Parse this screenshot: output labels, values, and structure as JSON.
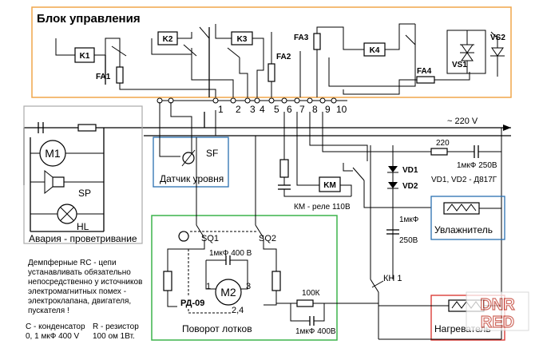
{
  "control_block": {
    "title": "Блок управления",
    "border_color": "#f0a64a"
  },
  "relays": {
    "k1": "K1",
    "k2": "K2",
    "k3": "K3",
    "k4": "K4",
    "km": "KM"
  },
  "fuses": {
    "fa1": "FA1",
    "fa2": "FA2",
    "fa3": "FA3",
    "fa4": "FA4"
  },
  "thyristors": {
    "vs1": "VS1",
    "vs2": "VS2"
  },
  "terminals": [
    "1",
    "2",
    "3",
    "4",
    "5",
    "6",
    "7",
    "8",
    "9",
    "10"
  ],
  "supply_label": "~ 220 V",
  "alarm_block": {
    "motor": "M1",
    "sp": "SP",
    "hl": "HL",
    "caption": "Авария - проветривание",
    "border_color": "#aaaaaa"
  },
  "level_sensor": {
    "sf": "SF",
    "caption": "Датчик уровня",
    "border_color": "#2a6fb0"
  },
  "rotation_block": {
    "sq1": "SQ1",
    "sq2": "SQ2",
    "motor": "M2",
    "motor_model": "РД-09",
    "cap": "1мкФ 400 В",
    "pin1": "1",
    "pin3": "3",
    "pin24": "2,4",
    "caption": "Поворот лотков",
    "border_color": "#3cb44b"
  },
  "rc_note": {
    "text": [
      "Демпферные RC - цепи",
      "устанавливать обязательно",
      "непосредственно у источников",
      "электромагнитных помех -",
      "электроклапана, двигателя,",
      "пускателя !"
    ],
    "c_line1": "С - конденсатор",
    "c_line2": "0, 1 мкФ 400 V",
    "r_line1": "R - резистор",
    "r_line2": "100 ом  1Вт."
  },
  "rc_chain": {
    "res": "100К",
    "cap": "1мкФ 400В"
  },
  "km_note": "КМ - реле 110В",
  "diodes": {
    "vd1": "VD1",
    "vd2": "VD2",
    "note": "VD1, VD2 - Д817Г"
  },
  "cap_1uf": {
    "top": "1мкФ",
    "bottom": "250В"
  },
  "heater_chain": {
    "res": "220",
    "cap": "1мкФ 250В"
  },
  "kn1": "КН 1",
  "humidifier": {
    "label": "Увлажнитель",
    "border_color": "#2a6fb0"
  },
  "heater": {
    "label": "Нагреватель",
    "border_color": "#d9302a"
  },
  "watermark": "DNR RED"
}
